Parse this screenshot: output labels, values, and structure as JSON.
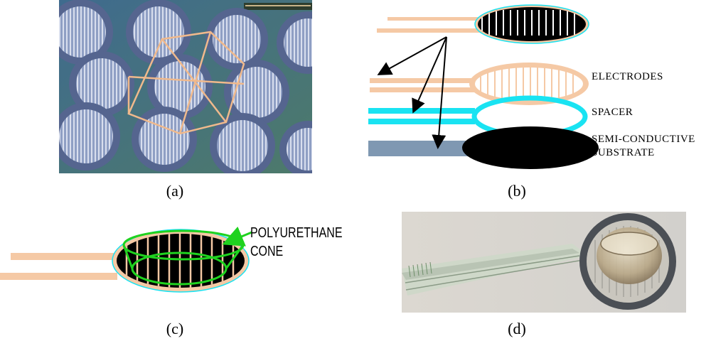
{
  "panels": {
    "a": {
      "caption": "(a)"
    },
    "b": {
      "caption": "(b)",
      "labels": {
        "electrodes": "ELECTRODES",
        "spacer": "SPACER",
        "substrate_line1": "SEMI-CONDUCTIVE",
        "substrate_line2": "SUBSTRATE"
      }
    },
    "c": {
      "caption": "(c)",
      "labels": {
        "cone_line1": "POLYURETHANE",
        "cone_line2": "CONE"
      }
    },
    "d": {
      "caption": "(d)"
    }
  },
  "colors": {
    "electrode": "#f5c9a5",
    "spacer": "#19e3f2",
    "substrate": "#7f98b2",
    "black_layer": "#000000",
    "cone": "#1fd21f",
    "hexagon_overlay": "#f0b98c",
    "photo_board": "#5a6f99",
    "photo_background": "#d7d4cf"
  },
  "icons": [
    "sensor-array-photo",
    "exploded-layer-diagram",
    "assembled-sensor-diagram",
    "fsr-sensor-photo"
  ]
}
